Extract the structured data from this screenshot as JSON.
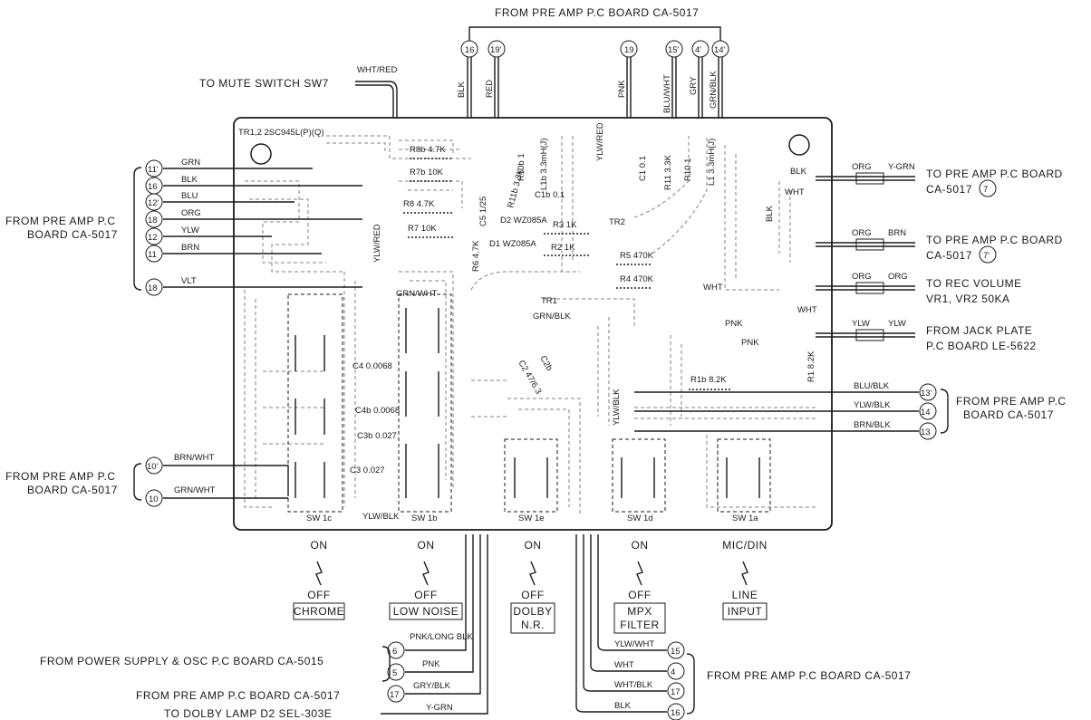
{
  "top_title": "FROM PRE AMP P.C BOARD CA-5017",
  "mute_label": "TO MUTE SWITCH SW7",
  "mute_wire": "WHT/RED",
  "transistor_label": "TR1,2  2SC945L(P)(Q)",
  "top_connectors": [
    {
      "num": "16",
      "wire": "BLK"
    },
    {
      "num": "19'",
      "wire": "RED"
    },
    {
      "num": "19",
      "wire": "PNK"
    },
    {
      "num": "15'",
      "wire": "BLU/WHT"
    },
    {
      "num": "4'",
      "wire": "GRY"
    },
    {
      "num": "14'",
      "wire": "GRN/BLK"
    }
  ],
  "left_top_group": {
    "label_line1": "FROM PRE AMP P.C",
    "label_line2": "BOARD CA-5017",
    "wires": [
      {
        "num": "11'",
        "color": "GRN"
      },
      {
        "num": "16",
        "color": "BLK"
      },
      {
        "num": "12'",
        "color": "BLU"
      },
      {
        "num": "18",
        "color": "ORG"
      },
      {
        "num": "12",
        "color": "YLW"
      },
      {
        "num": "11",
        "color": "BRN"
      },
      {
        "num": "18",
        "color": "VLT"
      }
    ]
  },
  "left_bottom_group": {
    "label_line1": "FROM PRE AMP P.C",
    "label_line2": "BOARD CA-5017",
    "wires": [
      {
        "num": "10'",
        "color": "BRN/WHT"
      },
      {
        "num": "10",
        "color": "GRN/WHT"
      }
    ]
  },
  "right_outputs": [
    {
      "wire_a": "ORG",
      "wire_b": "Y-GRN",
      "dest1": "TO PRE AMP P.C BOARD",
      "dest2": "CA-5017",
      "num": "7"
    },
    {
      "wire_a": "ORG",
      "wire_b": "BRN",
      "dest1": "TO PRE AMP P.C BOARD",
      "dest2": "CA-5017",
      "num": "7'"
    },
    {
      "wire_a": "ORG",
      "wire_b": "ORG",
      "dest1": "TO REC VOLUME",
      "dest2": "VR1, VR2  50KA",
      "num": ""
    },
    {
      "wire_a": "YLW",
      "wire_b": "YLW",
      "dest1": "FROM JACK PLATE",
      "dest2": "P.C BOARD LE-5622",
      "num": ""
    }
  ],
  "right_group": {
    "label_line1": "FROM PRE AMP P.C",
    "label_line2": "BOARD CA-5017",
    "wires": [
      {
        "color": "BLU/BLK",
        "num": "13'"
      },
      {
        "color": "YLW/BLK",
        "num": "14"
      },
      {
        "color": "BRN/BLK",
        "num": "13"
      }
    ]
  },
  "components": [
    "R8b 4.7K",
    "R7b 10K",
    "R8 4.7K",
    "R7 10K",
    "R10b 1",
    "R11b 3.3K",
    "L1b 3.3mH(J)",
    "C1b 0.1",
    "C5 1/25",
    "D2 WZ085A",
    "D1 WZ085A",
    "R3 1K",
    "R2 1K",
    "TR2",
    "TR1",
    "R5 470K",
    "R4 470K",
    "R6 4.7K",
    "C1 0.1",
    "R11 3.3K",
    "R10 1",
    "L1 3.3mH(J)",
    "R1b 8.2K",
    "R1 8.2K",
    "C4 0.0068",
    "C4b 0.0068",
    "C3b 0.027",
    "C3 0.027",
    "C2 47/6.3",
    "C2b"
  ],
  "board_wires": [
    "GRN/WHT",
    "YLW/RED",
    "YLW/RED",
    "GRN/BLK",
    "YLW/BLK",
    "YLW/BLK",
    "BLK",
    "WHT",
    "BLK",
    "PNK",
    "WHT",
    "PNK",
    "WHT"
  ],
  "switch_sections": [
    "SW 1c",
    "SW 1b",
    "SW 1e",
    "SW 1d",
    "SW 1a"
  ],
  "switch_modes": [
    {
      "on": "ON",
      "off": "OFF",
      "name": [
        "CHROME"
      ]
    },
    {
      "on": "ON",
      "off": "OFF",
      "name": [
        "LOW NOISE"
      ]
    },
    {
      "on": "ON",
      "off": "OFF",
      "name": [
        "DOLBY",
        "N.R."
      ]
    },
    {
      "on": "ON",
      "off": "OFF",
      "name": [
        "MPX",
        "FILTER"
      ]
    },
    {
      "on": "MIC/DIN",
      "off": "LINE",
      "name": [
        "INPUT"
      ]
    }
  ],
  "bottom_left": {
    "power_label": "FROM POWER SUPPLY & OSC P.C BOARD CA-5015",
    "power_wires": [
      {
        "num": "6",
        "color": "PNK/LONG BLK"
      },
      {
        "num": "5",
        "color": "PNK"
      }
    ],
    "preamp_label": "FROM PRE AMP P.C BOARD CA-5017",
    "preamp_num": "17",
    "preamp_color": "GRY/BLK",
    "lamp_label": "TO DOLBY LAMP D2 SEL-303E",
    "lamp_color": "Y-GRN"
  },
  "bottom_right": {
    "label": "FROM PRE AMP P.C BOARD CA-5017",
    "wires": [
      {
        "color": "YLW/WHT",
        "num": "15"
      },
      {
        "color": "WHT",
        "num": "4"
      },
      {
        "color": "WHT/BLK",
        "num": "17"
      },
      {
        "color": "BLK",
        "num": "16"
      }
    ]
  }
}
